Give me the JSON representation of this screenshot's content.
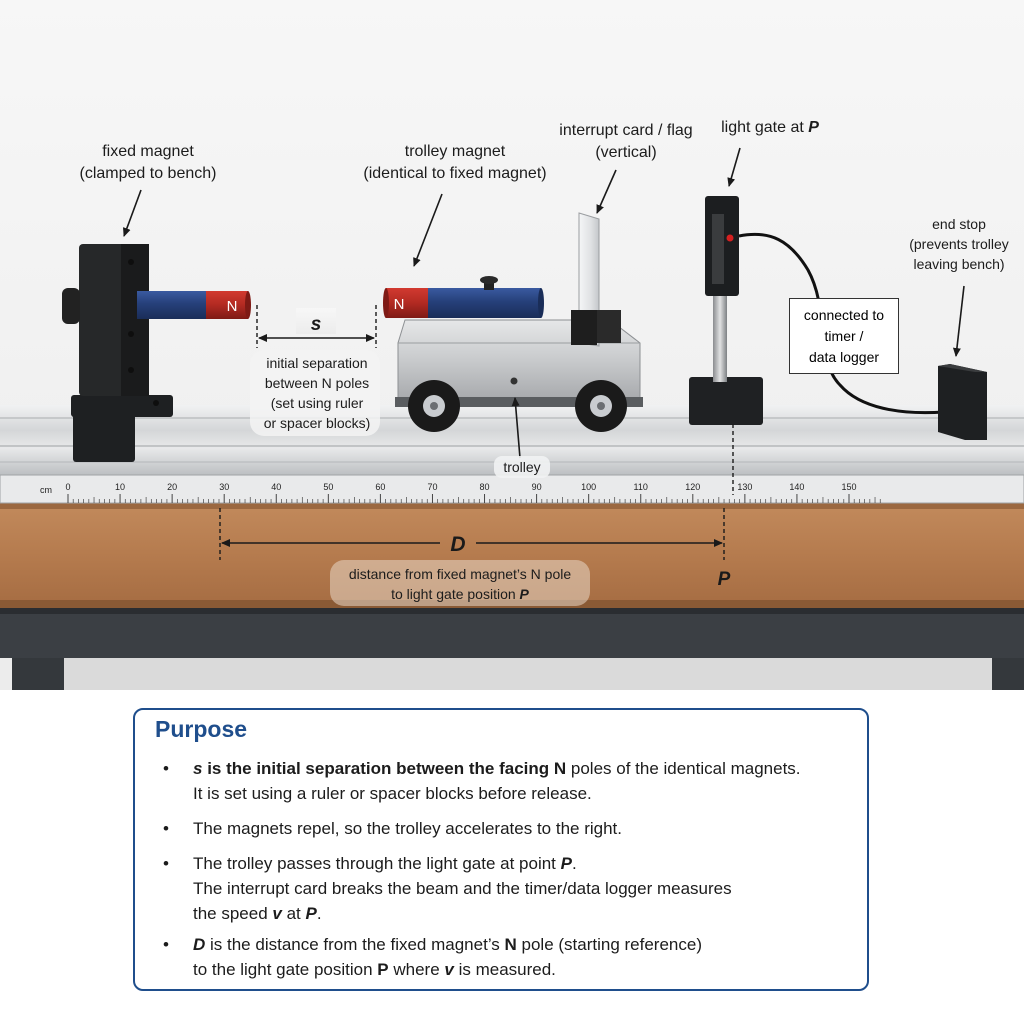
{
  "labels": {
    "fixed_magnet": [
      "fixed magnet",
      "(clamped to bench)"
    ],
    "trolley_magnet": [
      "trolley magnet",
      "(identical to fixed magnet)"
    ],
    "interrupt_card": [
      "interrupt card / flag",
      "(vertical)"
    ],
    "light_gate": "light gate at ",
    "light_gate_point": "P",
    "end_stop": [
      "end stop",
      "(prevents trolley",
      "leaving bench)"
    ],
    "connected_box": [
      "connected to",
      "timer /",
      "data logger"
    ],
    "separation_symbol": "s",
    "separation_desc": [
      "initial separation",
      "between N poles",
      "(set using ruler",
      "or spacer blocks)"
    ],
    "trolley": "trolley",
    "distance_symbol": "D",
    "point_P": "P",
    "distance_desc": [
      "distance from fixed magnet’s N pole",
      "to light gate position "
    ],
    "pole_fixed": "N",
    "pole_trolley": "N"
  },
  "ruler": {
    "unit": "cm",
    "ticks": [
      "0",
      "10",
      "20",
      "30",
      "40",
      "50",
      "60",
      "70",
      "80",
      "90",
      "100",
      "110",
      "120",
      "130",
      "140",
      "150"
    ]
  },
  "purpose": {
    "title": "Purpose",
    "bullet_symbol": "•",
    "items": [
      {
        "lines": [
          [
            {
              "t": "s",
              "b": true,
              "i": true
            },
            {
              "t": " is the initial separation between the facing ",
              "b": true
            },
            {
              "t": "N",
              "b": true
            },
            {
              "t": " poles of the identical magnets."
            }
          ],
          [
            {
              "t": "It is set using a ruler or spacer blocks before release."
            }
          ]
        ]
      },
      {
        "lines": [
          [
            {
              "t": "The magnets repel, so the trolley accelerates to the right."
            }
          ]
        ]
      },
      {
        "lines": [
          [
            {
              "t": "The trolley passes through the light gate at point "
            },
            {
              "t": "P",
              "b": true,
              "i": true
            },
            {
              "t": "."
            }
          ],
          [
            {
              "t": "The interrupt card breaks the beam and the timer/data logger measures"
            }
          ],
          [
            {
              "t": "the speed "
            },
            {
              "t": "v",
              "b": true,
              "i": true
            },
            {
              "t": " at "
            },
            {
              "t": "P",
              "b": true,
              "i": true
            },
            {
              "t": "."
            }
          ]
        ]
      },
      {
        "lines": [
          [
            {
              "t": "D",
              "b": true,
              "i": true
            },
            {
              "t": "  is the distance from the fixed magnet’s "
            },
            {
              "t": "N",
              "b": true
            },
            {
              "t": " pole (starting reference)"
            }
          ],
          [
            {
              "t": "to the light gate position "
            },
            {
              "t": "P",
              "b": true
            },
            {
              "t": " where "
            },
            {
              "t": "v",
              "b": true,
              "i": true
            },
            {
              "t": " is measured."
            }
          ]
        ]
      }
    ]
  },
  "colors": {
    "magnet_blue": "#26407a",
    "magnet_red": "#b22a22",
    "purpose_border": "#1f4e8c",
    "bench_wood": "#b97f52"
  }
}
